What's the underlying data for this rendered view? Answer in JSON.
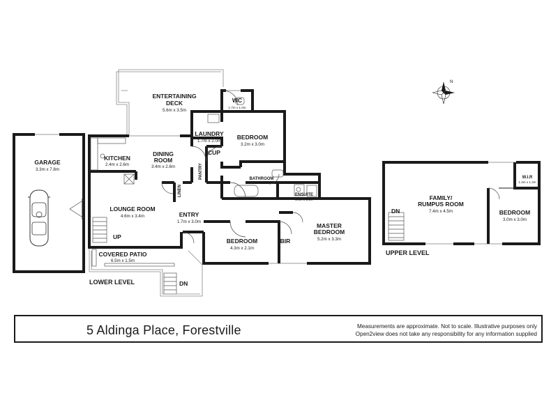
{
  "rooms": {
    "garage": {
      "name": "GARAGE",
      "dim": "3.3m x 7.8m"
    },
    "deck": {
      "name1": "ENTERTAINING",
      "name2": "DECK",
      "dim": "5.6m x 3.5m"
    },
    "wc": {
      "name": "WC",
      "dim": "1.7m x 1.0m"
    },
    "laundry": {
      "name": "LAUNDRY",
      "dim": "1.7m x 2.0m"
    },
    "bedroom_top": {
      "name": "BEDROOM",
      "dim": "3.2m x 3.0m"
    },
    "kitchen": {
      "name": "KITCHEN",
      "dim": "2.4m x 2.6m"
    },
    "dining": {
      "name1": "DINING",
      "name2": "ROOM",
      "dim": "3.4m x 2.6m"
    },
    "cup": {
      "name": "CUP"
    },
    "pantry": {
      "name": "PANTRY"
    },
    "linen": {
      "name": "LINEN"
    },
    "bathroom": {
      "name": "BATHROOM",
      "dim": "2.4m x 1.9m"
    },
    "ensuite": {
      "name": "ENSUITE",
      "dim": "2.0m x 1.1m"
    },
    "lounge": {
      "name": "LOUNGE ROOM",
      "dim": "4.6m x 3.4m"
    },
    "entry": {
      "name": "ENTRY",
      "dim": "1.7m x 3.0m"
    },
    "master": {
      "name1": "MASTER",
      "name2": "BEDROOM",
      "dim": "5.2m x 3.3m"
    },
    "bedroom_bottom": {
      "name": "BEDROOM",
      "dim": "4.3m x 2.1m"
    },
    "bir": {
      "name": "BIR"
    },
    "patio": {
      "name": "COVERED PATIO",
      "dim": "6.5m x 1.5m"
    },
    "family": {
      "name1": "FAMILY/",
      "name2": "RUMPUS ROOM",
      "dim": "7.4m x 4.5m"
    },
    "wir": {
      "name": "W.I.R",
      "dim": "1.4m x 1.4m"
    },
    "bedroom_upper": {
      "name": "BEDROOM",
      "dim": "3.0m x 3.0m"
    }
  },
  "markers": {
    "up": "UP",
    "dn": "DN",
    "dn_upper": "DN",
    "north": "N"
  },
  "levels": {
    "lower": "LOWER LEVEL",
    "upper": "UPPER LEVEL"
  },
  "footer": {
    "address": "5 Aldinga Place, Forestville",
    "disclaimer_line1": "Measurements are approximate. Not to scale. Illustrative purposes only",
    "disclaimer_line2": "Open2view does not take any responsibility for any information supplied"
  }
}
